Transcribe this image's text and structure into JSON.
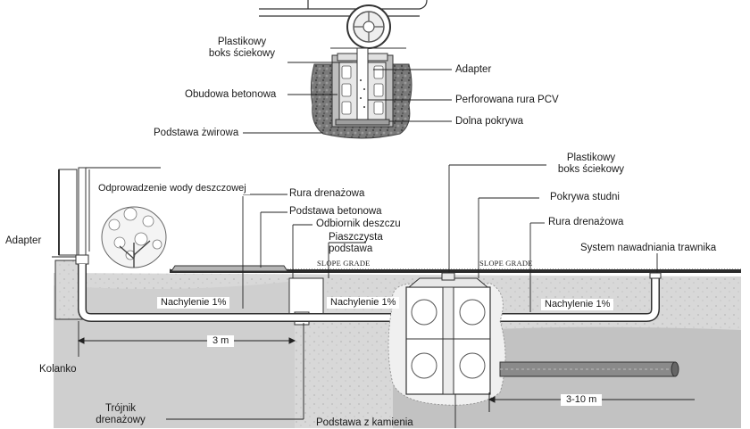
{
  "top_detail": {
    "box_label": "Plastikowy\nboks ściekowy",
    "adapter": "Adapter",
    "housing": "Obudowa betonowa",
    "pipe": "Perforowana rura PCV",
    "bottom_cover": "Dolna pokrywa",
    "gravel_base": "Podstawa żwirowa"
  },
  "main_section": {
    "adapter": "Adapter",
    "gutter_drain": "Odprowadzenie wody deszczowej",
    "drain_pipe_1": "Rura drenażowa",
    "concrete_base": "Podstawa betonowa",
    "rain_receiver": "Odbiornik deszczu",
    "sand_base": "Piaszczysta\npodstawa",
    "slope_grade_1": "SLOPE GRADE",
    "slope_grade_2": "SLOPE GRADE",
    "box_label": "Plastikowy\nboks ściekowy",
    "well_cover": "Pokrywa studni",
    "drain_pipe_2": "Rura drenażowa",
    "lawn_irrigation": "System nawadniania trawnika",
    "slope_1": "Nachylenie 1%",
    "slope_2": "Nachylenie 1%",
    "slope_3": "Nachylenie 1%",
    "distance_1": "3 m",
    "distance_2": "3-10 m",
    "elbow": "Kolanko",
    "tee": "Trójnik\ndrenażowy",
    "stone_base": "Podstawa z kamienia"
  },
  "colors": {
    "soil": "#c9c9c9",
    "soil_dark": "#9a9a9a",
    "gravel": "#6e6e6e",
    "line": "#1a1a1a",
    "pipe": "#ffffff"
  }
}
